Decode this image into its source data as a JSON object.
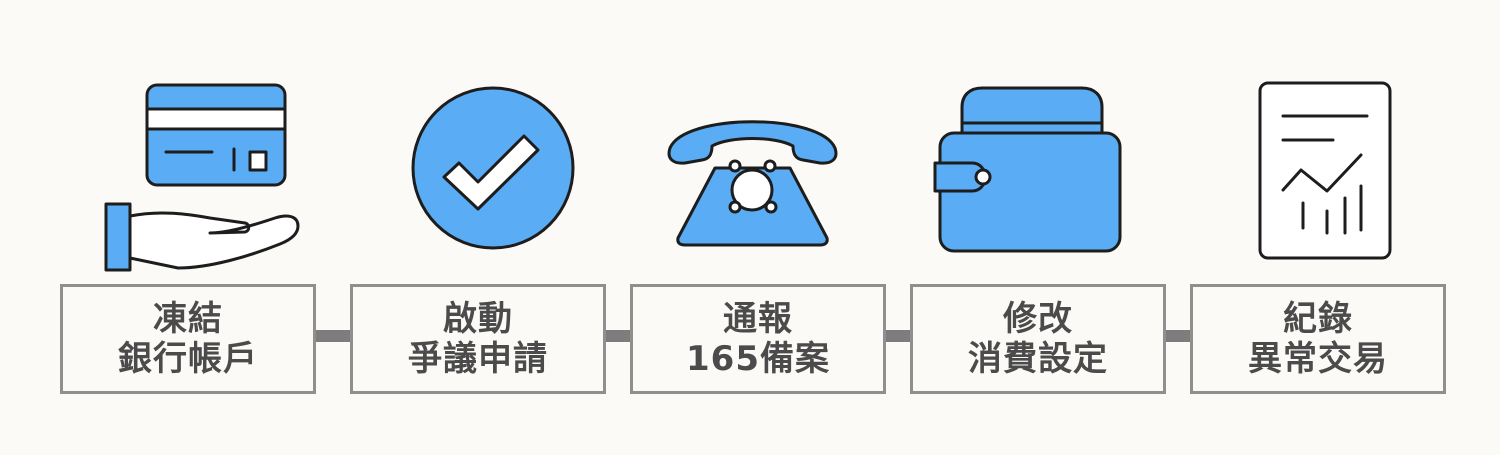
{
  "steps": [
    {
      "icon": "hand-card-icon",
      "line1": "凍結",
      "line2": "銀行帳戶"
    },
    {
      "icon": "checkmark-icon",
      "line1": "啟動",
      "line2": "爭議申請"
    },
    {
      "icon": "telephone-icon",
      "line1": "通報",
      "line2": "165備案"
    },
    {
      "icon": "wallet-icon",
      "line1": "修改",
      "line2": "消費設定"
    },
    {
      "icon": "report-chart-icon",
      "line1": "紀錄",
      "line2": "異常交易"
    }
  ],
  "colors": {
    "background": "#fcfaf7",
    "accent": "#5aacf4",
    "outline": "#1d1d1d",
    "box_border": "#8f8f8f",
    "connector": "#7d7d7d",
    "text": "#4b4b4b"
  }
}
